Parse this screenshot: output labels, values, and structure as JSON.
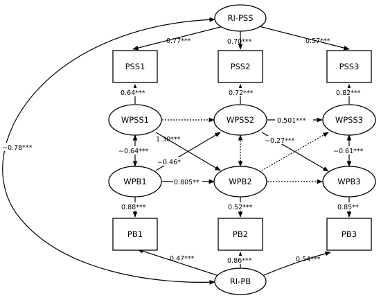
{
  "nodes": {
    "ri_pss": "RI-PSS",
    "pss1": "PSS1",
    "pss2": "PSS2",
    "pss3": "PSS3",
    "wpss1": "WPSS1",
    "wpss2": "WPSS2",
    "wpss3": "WPSS3",
    "wpb1": "WPB1",
    "wpb2": "WPB2",
    "wpb3": "WPB3",
    "pb1": "PB1",
    "pb2": "PB2",
    "pb3": "PB3",
    "ri_pb": "RI-PB"
  },
  "labels": {
    "ri_pss_pss1": "0.77***",
    "ri_pss_pss2": "0.70***",
    "ri_pss_pss3": "0.57***",
    "wpss1_pss1": "0.64***",
    "wpss2_pss2": "0.72***",
    "wpss3_pss3": "0.82***",
    "wpss2_wpss3": "0.501***",
    "wpss1_wpb2": "1.30***",
    "wpss2_wpb3": "−0.27***",
    "cov_wpss1_wpb1": "−0.64***",
    "cov_wpss3_wpb3": "−0.61***",
    "wpb1_wpss2": "−0.46*",
    "wpb1_wpb2": "0.805**",
    "cov_ri": "−0.78***",
    "wpb1_pb1": "0.88***",
    "wpb2_pb2": "0.52***",
    "wpb3_pb3": "0.85**",
    "ri_pb_pb1": "0.47***",
    "ri_pb_pb2": "0.86***",
    "ri_pb_pb3": "0.54***"
  }
}
